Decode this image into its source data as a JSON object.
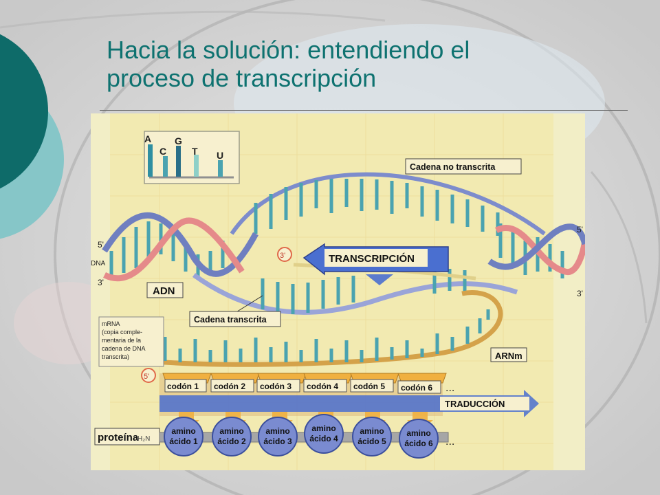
{
  "slide": {
    "title_line1": "Hacia la solución: entendiendo el",
    "title_line2": "proceso de transcripción"
  },
  "figure": {
    "legend_bases": [
      "A",
      "C",
      "G",
      "T",
      "U"
    ],
    "label_non_template": "Cadena no transcrita",
    "label_template": "Cadena  transcrita",
    "label_transcription": "TRANSCRIPCIÓN",
    "label_dna": "ADN",
    "label_dna_short": "DNA",
    "label_mrna_es": "ARNm",
    "mrna_box": [
      "mRNA",
      "(copia comple-",
      "mentaria de la",
      "cadena de DNA",
      "transcrita)"
    ],
    "prime_5_left": "5'",
    "prime_3_left": "3'",
    "prime_5_right": "5'",
    "prime_3_right": "3'",
    "prime_3_circle": "3'",
    "prime_5_circle": "5'",
    "codons": [
      "codón 1",
      "codón 2",
      "codón 3",
      "codón 4",
      "codón 5",
      "codón 6"
    ],
    "ellipsis_top": "...",
    "ellipsis_bottom": "...",
    "label_translation": "TRADUCCIÓN",
    "label_protein": "proteína",
    "label_h2n": "H₂N",
    "amino_line1": "amino",
    "amino_acids": [
      "ácido 1",
      "ácido 2",
      "ácido 3",
      "ácido 4",
      "ácido 5",
      "ácido 6"
    ]
  },
  "colors": {
    "title": "#0e7270",
    "panel_dark": "#0e6b69",
    "panel_light": "#86c6c8",
    "figure_bg": "#f2eec6",
    "strand_blue": "#6f7fc0",
    "strand_pink": "#e58a8a",
    "arrow_blue": "#4a6fd0",
    "codon_arrow": "#f0b040",
    "amino_fill": "#7a8bd0"
  }
}
